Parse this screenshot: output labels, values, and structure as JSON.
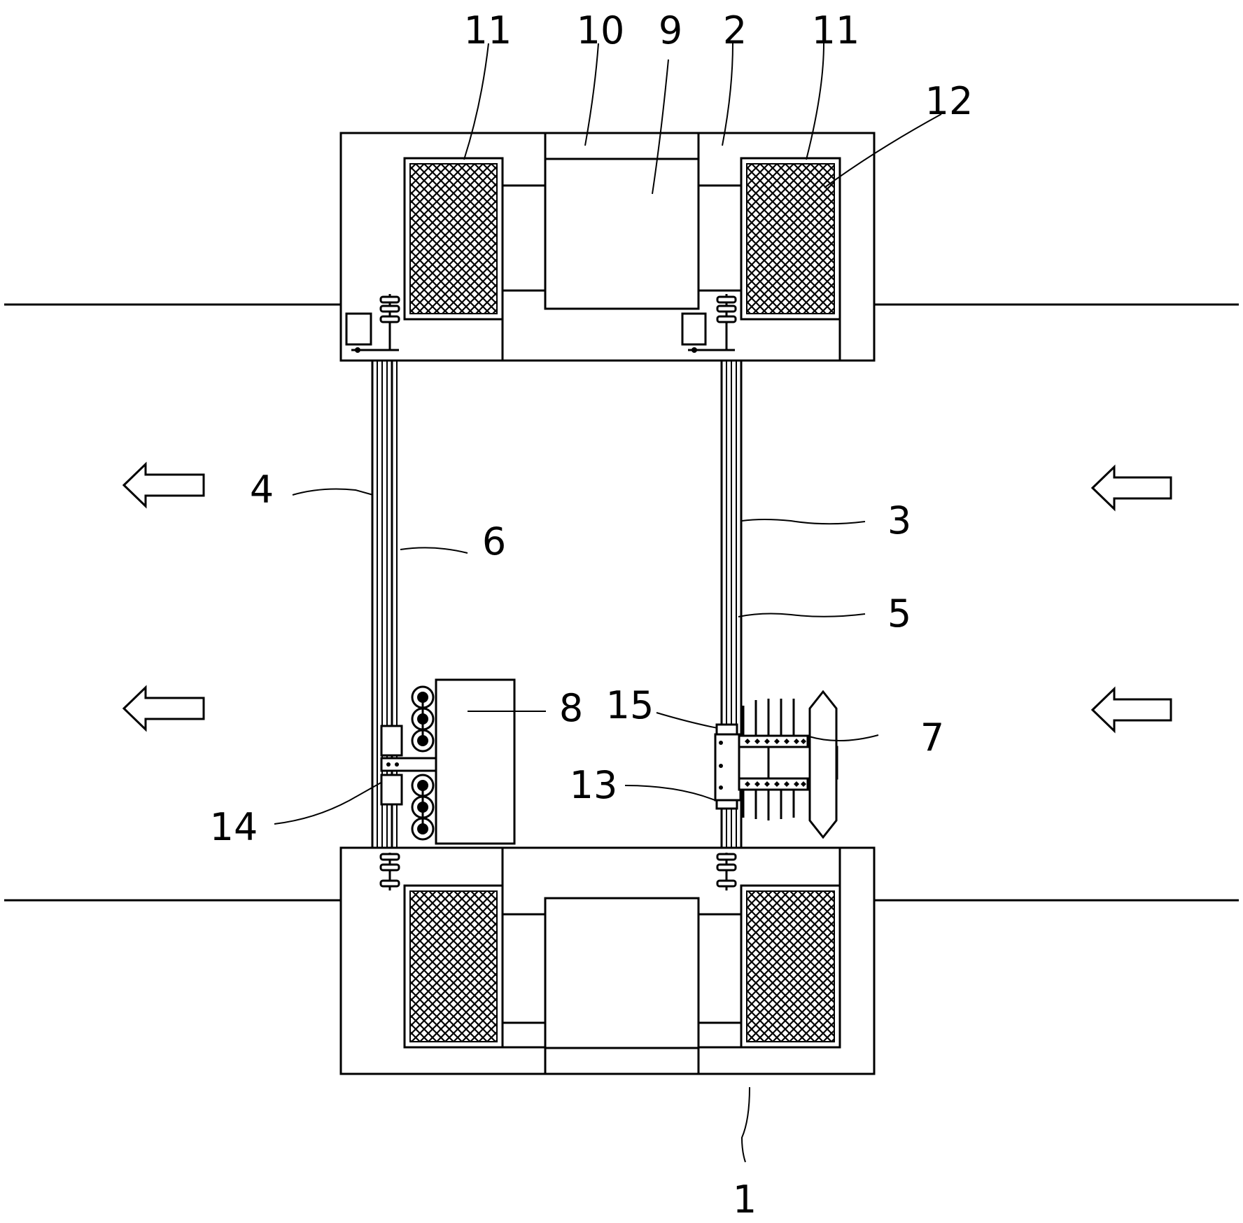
{
  "callouts": {
    "c1": "1",
    "c2": "2",
    "c3": "3",
    "c4": "4",
    "c5": "5",
    "c6": "6",
    "c7": "7",
    "c8": "8",
    "c9": "9",
    "c10": "10",
    "c11_left": "11",
    "c11_right": "11",
    "c12": "12",
    "c13": "13",
    "c14": "14",
    "c15": "15"
  }
}
